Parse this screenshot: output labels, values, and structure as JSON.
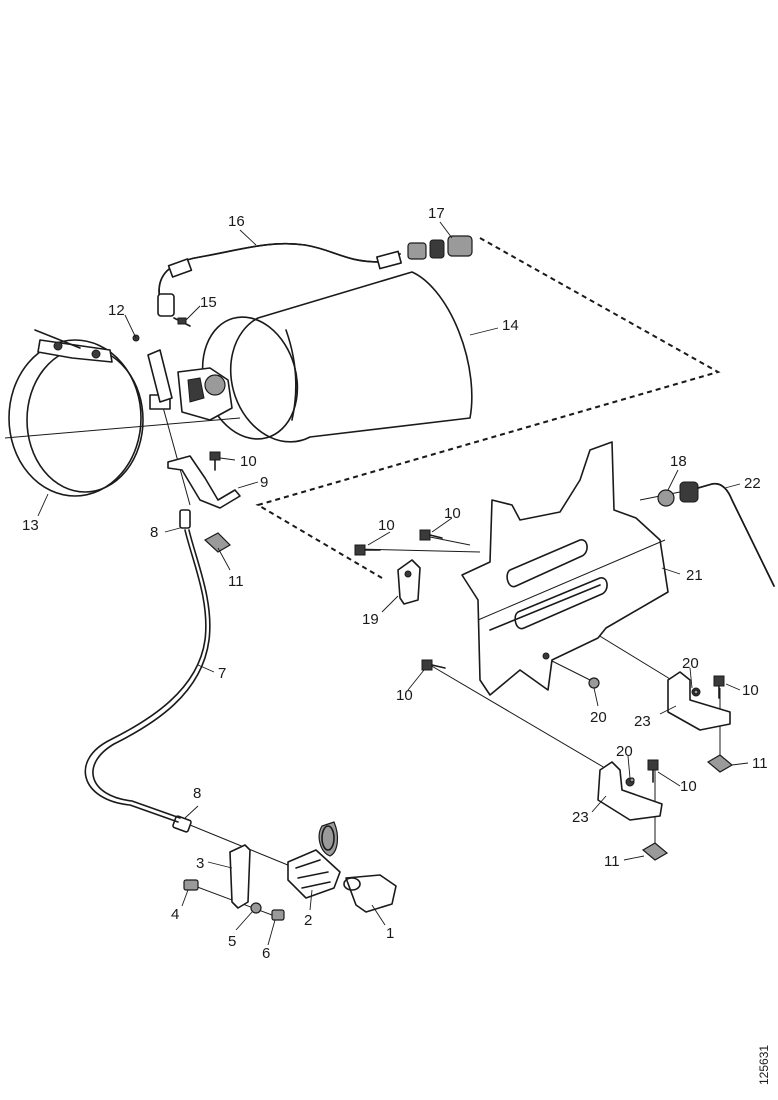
{
  "callouts": [
    {
      "id": "1",
      "text": "1"
    },
    {
      "id": "2",
      "text": "2"
    },
    {
      "id": "3",
      "text": "3"
    },
    {
      "id": "4",
      "text": "4"
    },
    {
      "id": "5",
      "text": "5"
    },
    {
      "id": "6",
      "text": "6"
    },
    {
      "id": "7",
      "text": "7"
    },
    {
      "id": "8a",
      "text": "8"
    },
    {
      "id": "8b",
      "text": "8"
    },
    {
      "id": "9",
      "text": "9"
    },
    {
      "id": "10a",
      "text": "10"
    },
    {
      "id": "10b",
      "text": "10"
    },
    {
      "id": "10c",
      "text": "10"
    },
    {
      "id": "10d",
      "text": "10"
    },
    {
      "id": "10e",
      "text": "10"
    },
    {
      "id": "10f",
      "text": "10"
    },
    {
      "id": "11a",
      "text": "11"
    },
    {
      "id": "11b",
      "text": "11"
    },
    {
      "id": "11c",
      "text": "11"
    },
    {
      "id": "12",
      "text": "12"
    },
    {
      "id": "13",
      "text": "13"
    },
    {
      "id": "14",
      "text": "14"
    },
    {
      "id": "15",
      "text": "15"
    },
    {
      "id": "16",
      "text": "16"
    },
    {
      "id": "17",
      "text": "17"
    },
    {
      "id": "18",
      "text": "18"
    },
    {
      "id": "19",
      "text": "19"
    },
    {
      "id": "20a",
      "text": "20"
    },
    {
      "id": "20b",
      "text": "20"
    },
    {
      "id": "20c",
      "text": "20"
    },
    {
      "id": "21",
      "text": "21"
    },
    {
      "id": "22",
      "text": "22"
    },
    {
      "id": "23a",
      "text": "23"
    },
    {
      "id": "23b",
      "text": "23"
    }
  ],
  "figure_code": "125631"
}
